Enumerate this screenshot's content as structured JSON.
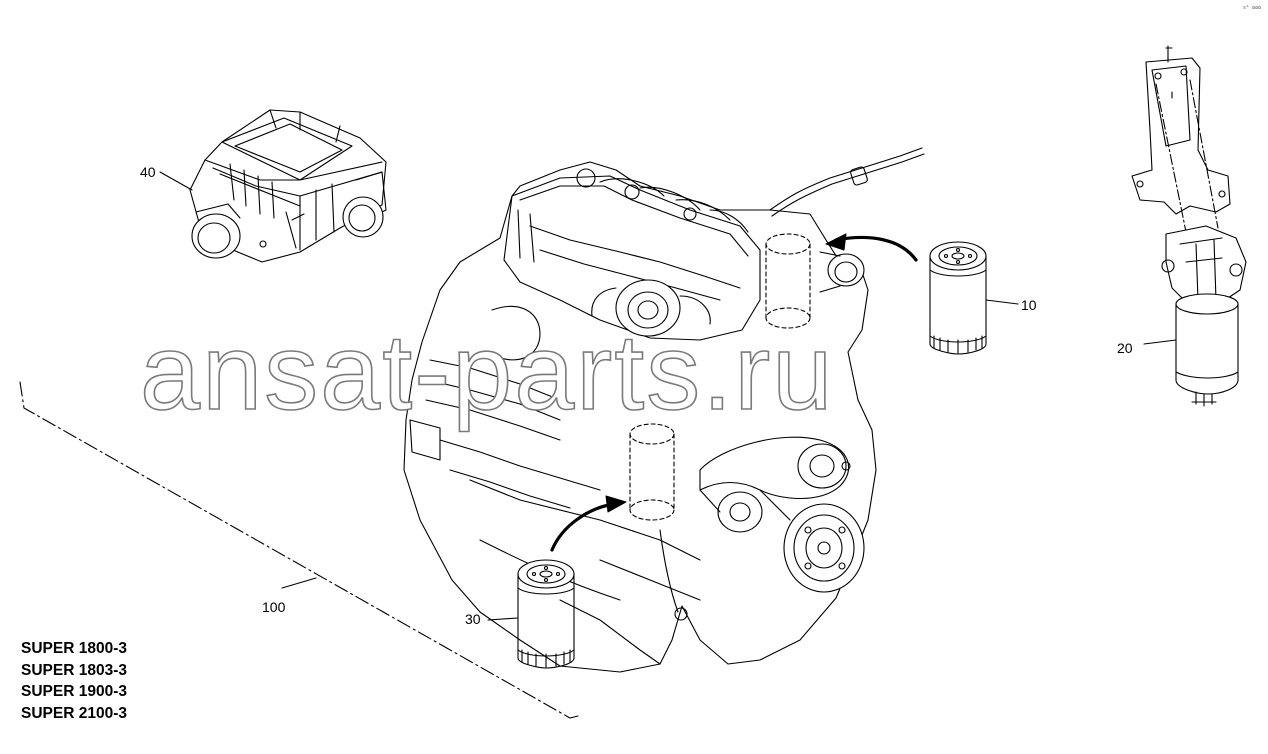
{
  "callouts": {
    "air_filter": "40",
    "oil_filter": "10",
    "fuel_filter_assembly": "20",
    "fuel_prefilter": "30",
    "engine_assembly": "100"
  },
  "models": [
    "SUPER 1800-3",
    "SUPER 1803-3",
    "SUPER 1900-3",
    "SUPER 2100-3"
  ],
  "watermark": "ansat-parts.ru",
  "corner_code": "s⁰ ʘʘʘ"
}
